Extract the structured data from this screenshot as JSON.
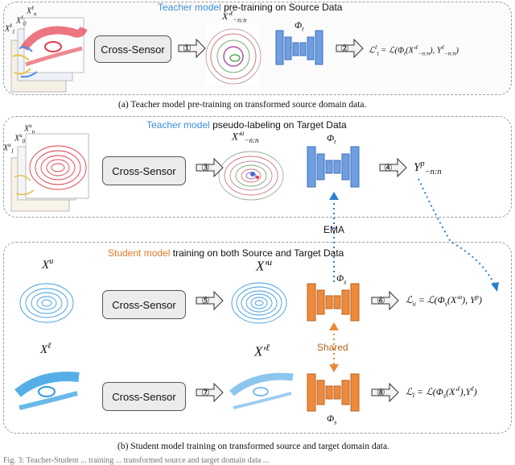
{
  "panel_a": {
    "title_model": "Teacher model",
    "title_rest": "pre-training on Source Data",
    "cross_sensor": "Cross-Sensor",
    "step1": "①",
    "step2": "②",
    "input_labels": [
      "X^ℓ_n",
      "X^ℓ_0",
      "X^ℓ_1"
    ],
    "transformed_label": "X'^ℓ_{-n:n}",
    "network_label": "Φ_t",
    "loss": "ℒ^ℓ_t = ℒ(Φ_t(X'^ℓ_{-n:n}), Y^ℓ_{-n:n})",
    "caption": "(a) Teacher model pre-training on transformed source domain data."
  },
  "panel_b_top": {
    "title_model": "Teacher model",
    "title_rest": "pseudo-labeling on Target Data",
    "cross_sensor": "Cross-Sensor",
    "step3": "③",
    "step4": "④",
    "input_labels": [
      "X^u_n",
      "X^u_0",
      "X^u_1"
    ],
    "transformed_label": "X'^u_{-n:n}",
    "network_label": "Φ_t",
    "output_label": "Y^p_{-n:n}",
    "ema": "EMA"
  },
  "panel_b_bottom": {
    "title_model": "Student model",
    "title_rest": "training on both Source and Target Data",
    "cross_sensor_1": "Cross-Sensor",
    "cross_sensor_2": "Cross-Sensor",
    "step5": "⑤",
    "step6": "⑥",
    "step7": "⑦",
    "step8": "⑧",
    "input_u": "X^u",
    "input_l": "X^ℓ",
    "transformed_u": "X'^u",
    "transformed_l": "X'^ℓ",
    "network_label_top": "Φ_s",
    "network_label_bottom": "Φ_s",
    "shared": "Shared",
    "loss_u": "ℒ_u = ℒ(Φ_s(X'^u), Y^p)",
    "loss_l": "ℒ_l = ℒ(Φ_s(X'^ℓ), Y^ℓ)",
    "caption": "(b) Student model training on transformed source and target domain data."
  },
  "footer_fragment": "Fig. 3: Teacher-Student ... training ... transformed source and target domain data ...",
  "colors": {
    "teacher_blue": "#3c8fd8",
    "student_orange": "#e07b2a",
    "network_blue": "#6f9fe0",
    "network_orange": "#ee8a3c",
    "ema_dots": "#2a7fd0",
    "shared_dots": "#e8893a"
  }
}
